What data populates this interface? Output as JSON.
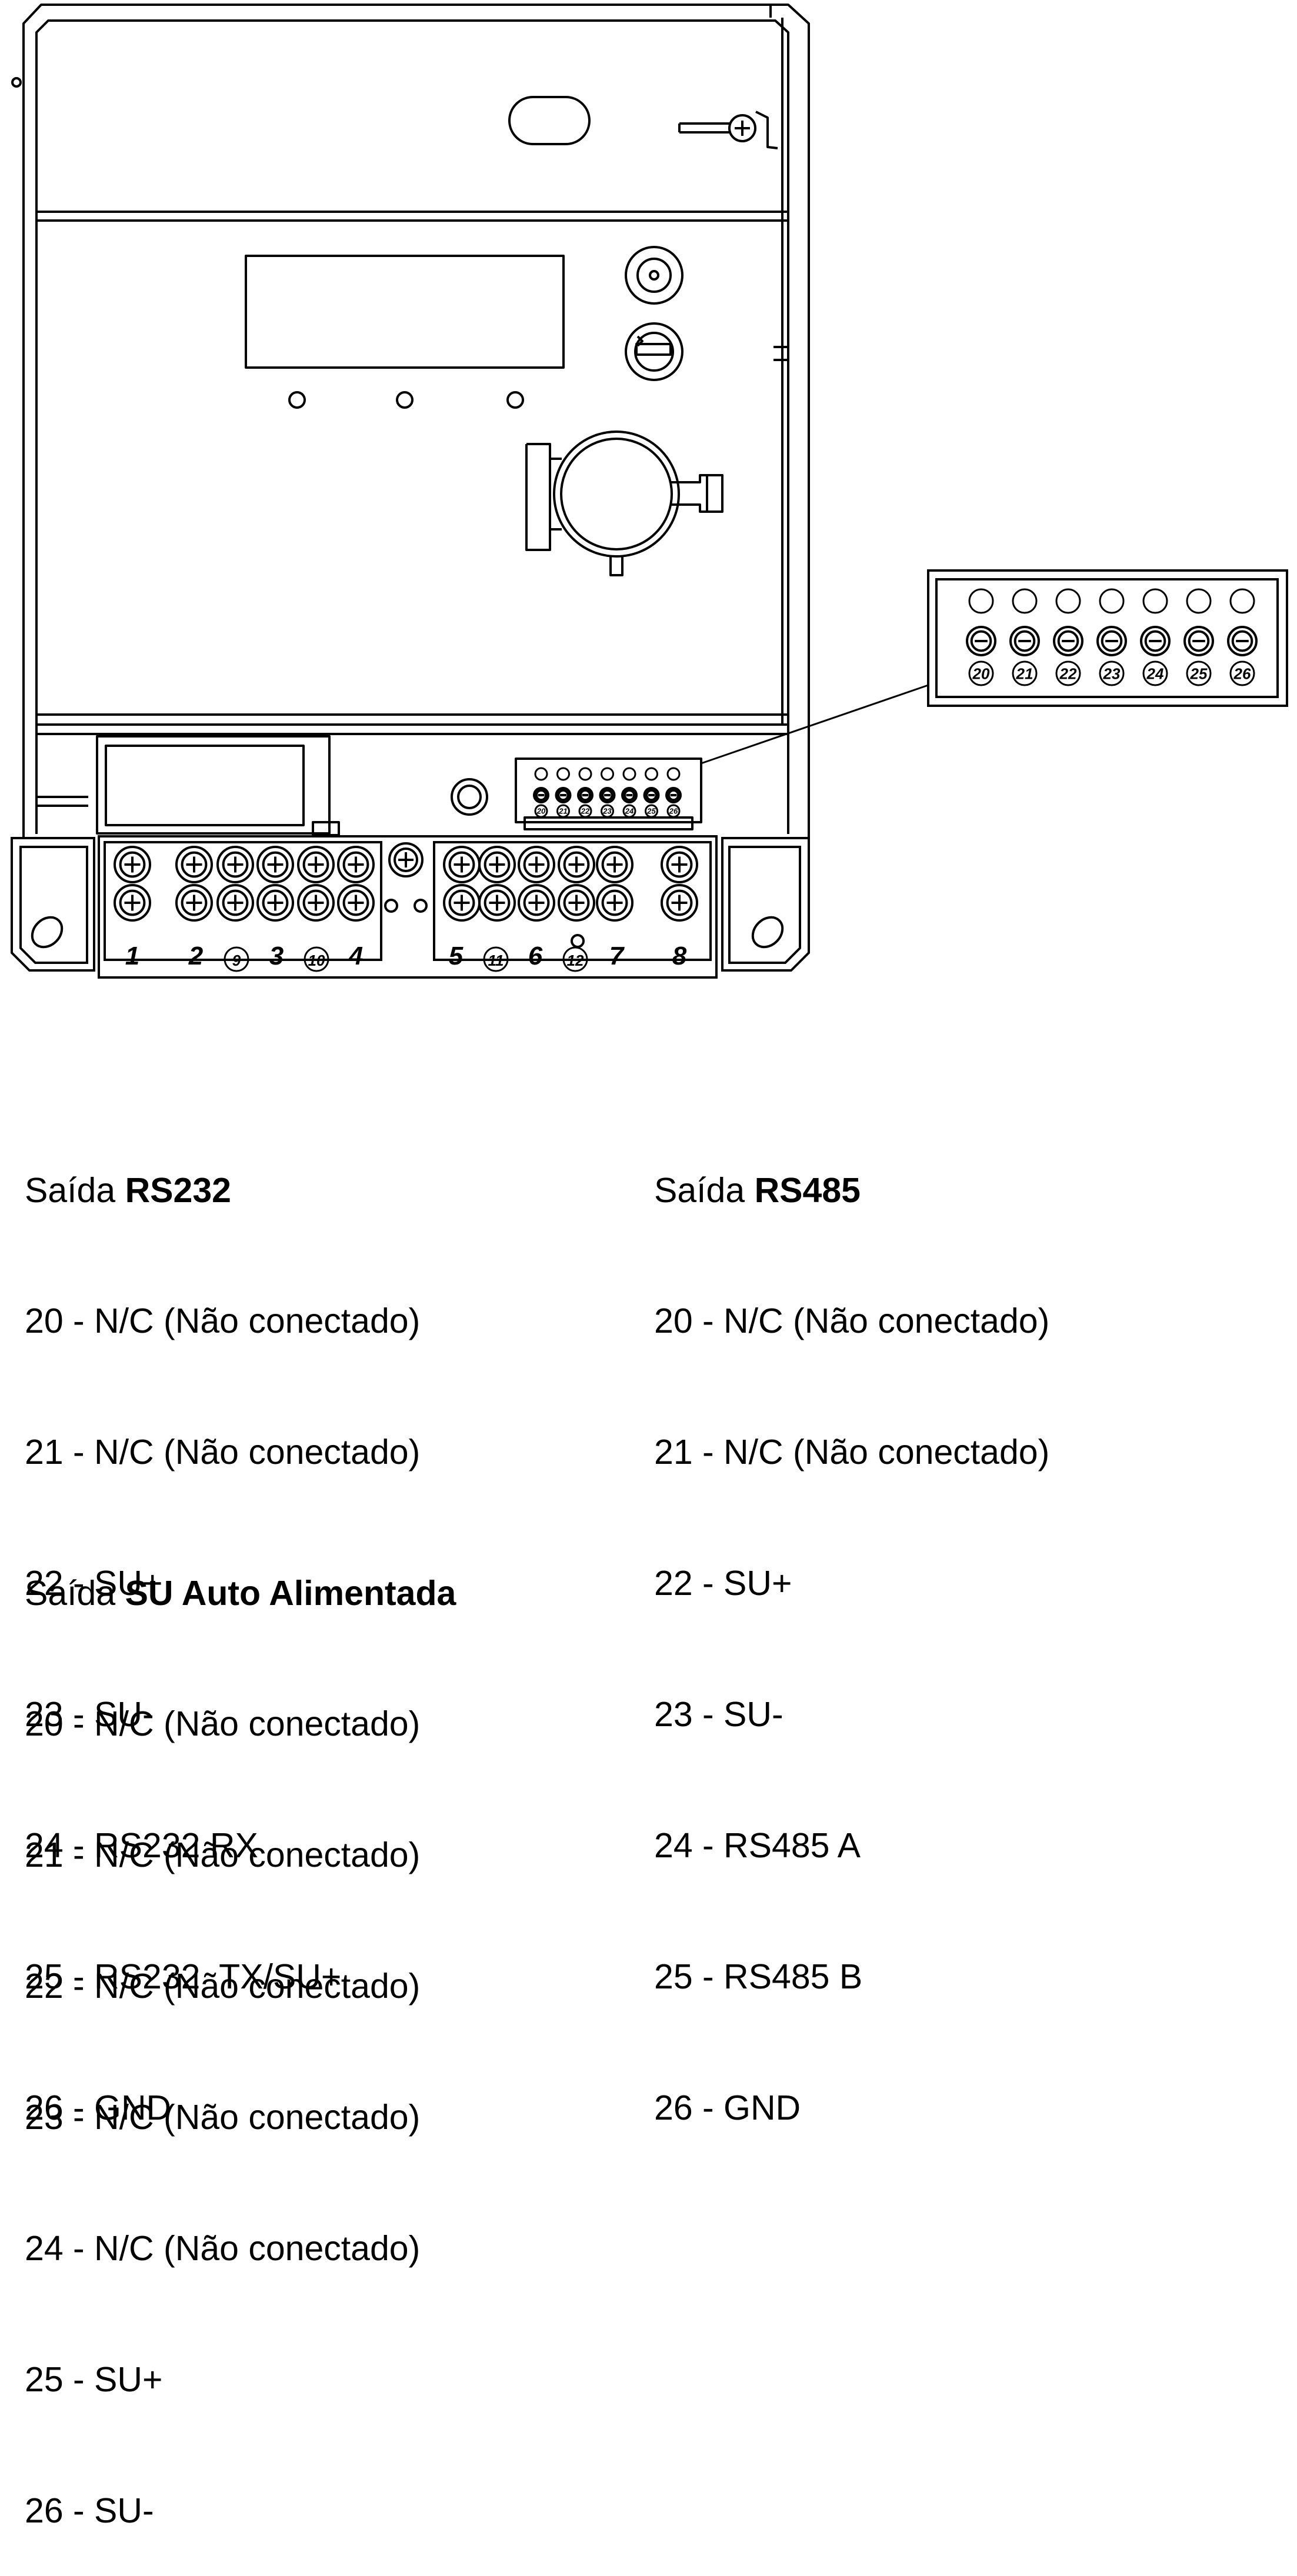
{
  "terminals": {
    "main": [
      "1",
      "2",
      "9",
      "3",
      "10",
      "4",
      "5",
      "11",
      "6",
      "12",
      "7",
      "8"
    ],
    "aux": [
      "20",
      "21",
      "22",
      "23",
      "24",
      "25",
      "26"
    ]
  },
  "sections": {
    "rs232": {
      "prefix": "Saída ",
      "name": "RS232",
      "lines": [
        "20 - N/C (Não conectado)",
        "21 - N/C (Não conectado)",
        "22 - SU+",
        "23 - SU-",
        "24 - RS232 RX",
        "25 - RS232  TX/SU+",
        "26 - GND"
      ]
    },
    "rs485": {
      "prefix": "Saída ",
      "name": "RS485",
      "lines": [
        "20 - N/C (Não conectado)",
        "21 - N/C (Não conectado)",
        "22 - SU+",
        "23 - SU-",
        "24 - RS485 A",
        "25 - RS485 B",
        "26 - GND"
      ]
    },
    "su": {
      "prefix": "Saída ",
      "name": "SU Auto Alimentada",
      "lines": [
        "20 - N/C (Não conectado)",
        "21 - N/C (Não conectado)",
        "22 - N/C (Não conectado)",
        "23 - N/C (Não conectado)",
        "24 - N/C (Não conectado)",
        "25 - SU+",
        "26 - SU-"
      ]
    }
  }
}
